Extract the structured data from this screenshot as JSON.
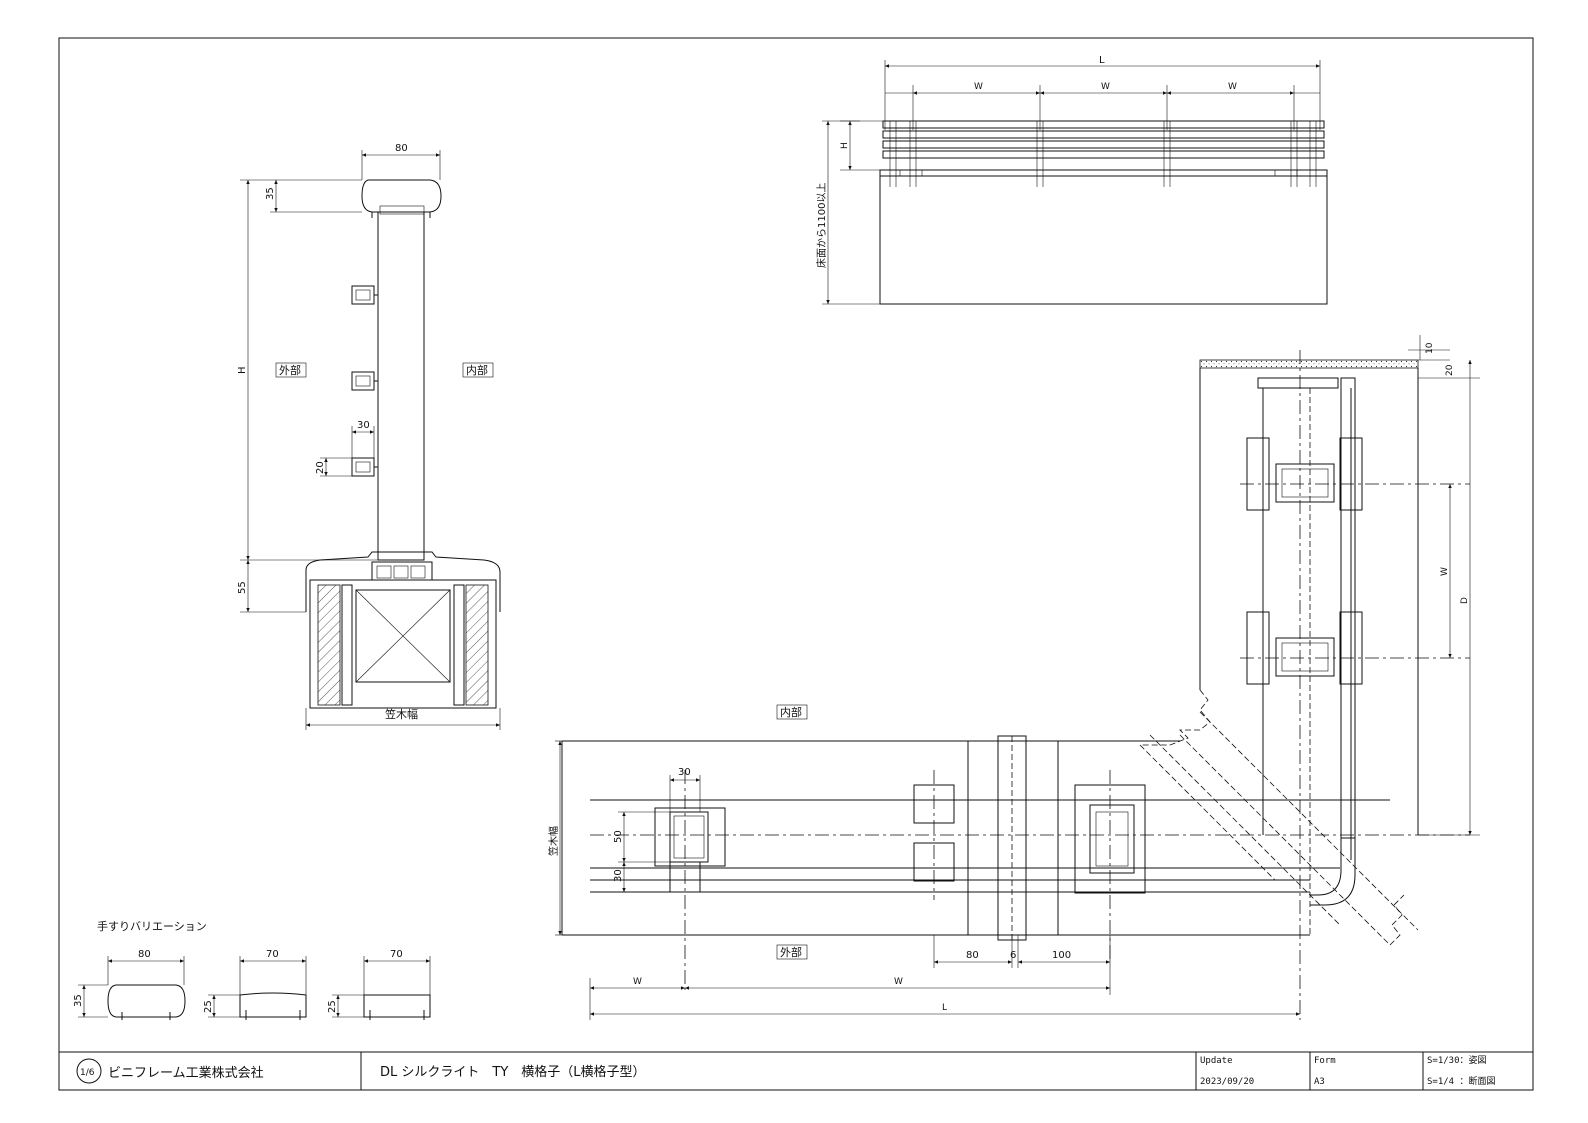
{
  "section": {
    "top_width": "80",
    "top_height": "35",
    "H": "H",
    "outer": "外部",
    "inner": "内部",
    "rail_w": "30",
    "rail_h": "20",
    "base_h": "55",
    "base_width": "笠木幅"
  },
  "elevation": {
    "L": "L",
    "W1": "W",
    "W2": "W",
    "W3": "W",
    "H": "H",
    "floor_note": "床面から1100以上"
  },
  "plan": {
    "inner": "内部",
    "outer": "外部",
    "kasagi": "笠木幅",
    "d30_top": "30",
    "d50": "50",
    "d30_side": "30",
    "d80": "80",
    "d6": "6",
    "d100": "100",
    "W_left": "W",
    "W_mid": "W",
    "L": "L",
    "W_right": "W",
    "D": "D",
    "d10": "10",
    "d20": "20"
  },
  "variations": {
    "title": "手すりバリエーション",
    "v1_w": "80",
    "v1_h": "35",
    "v2_w": "70",
    "v2_h": "25",
    "v3_w": "70",
    "v3_h": "25"
  },
  "title_block": {
    "company": "ビニフレーム工業株式会社",
    "logo": "1/6",
    "drawing_title": "DL シルクライト　TY　横格子（L横格子型）",
    "update_label": "Update",
    "update_value": "2023/09/20",
    "form_label": "Form",
    "form_value": "A3",
    "scale1": "S=1/30：姿図",
    "scale2": "S=1/4 ：断面図"
  }
}
